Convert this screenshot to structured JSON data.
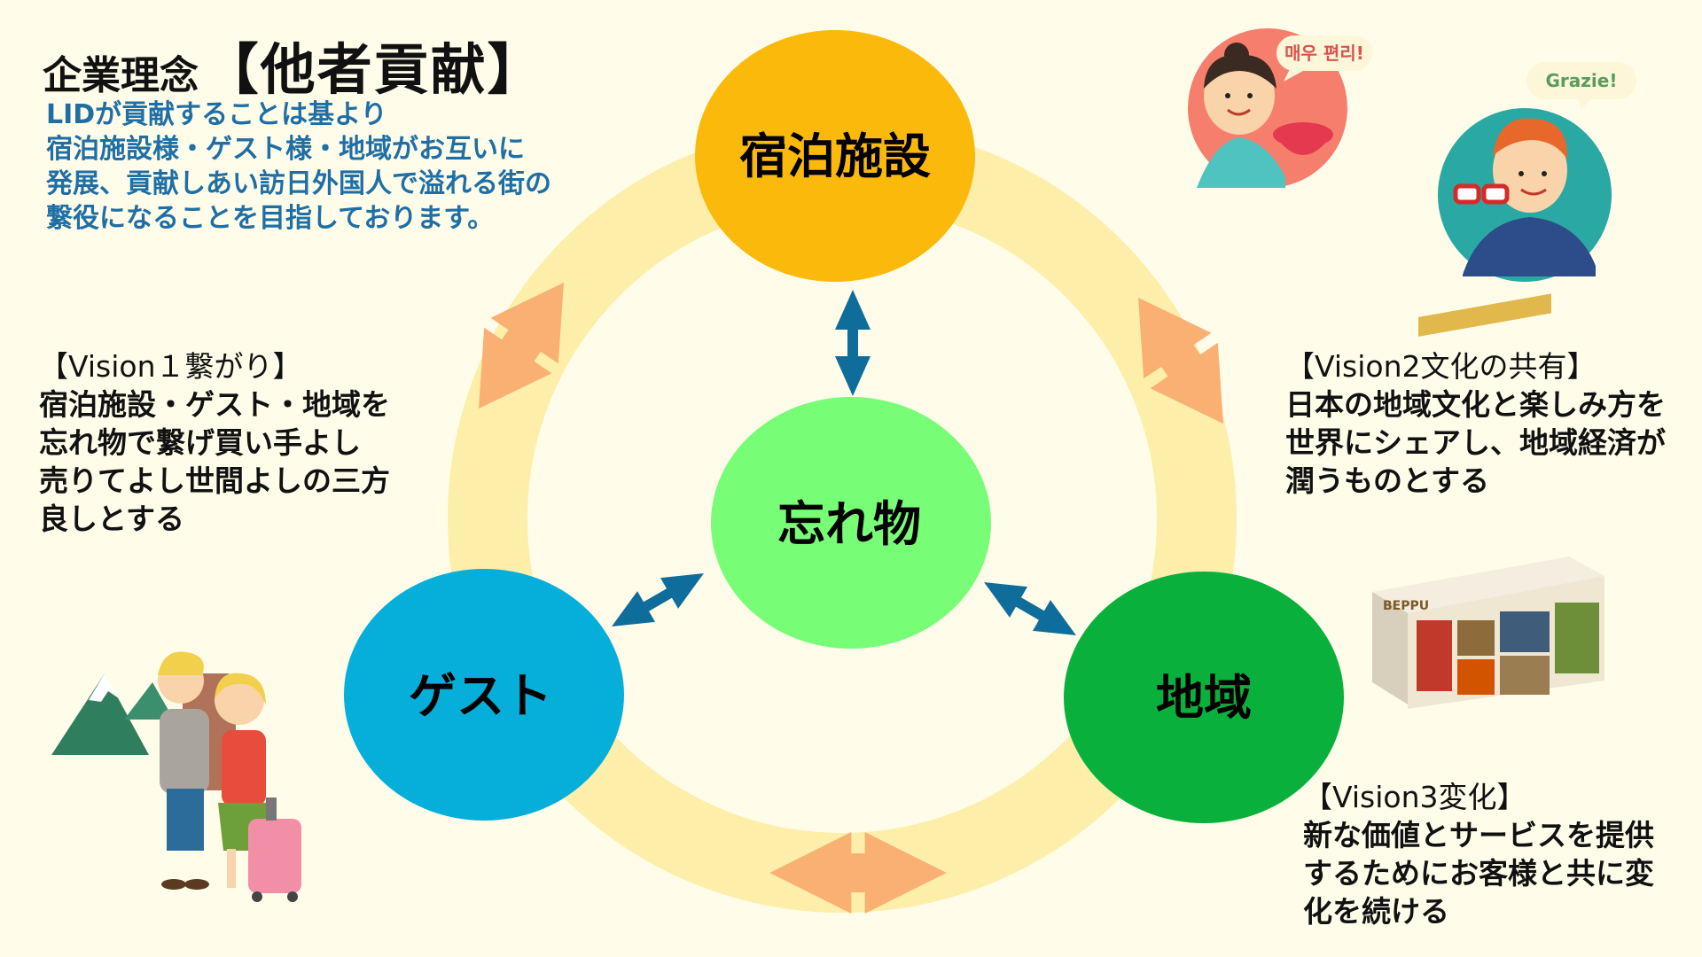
{
  "title": {
    "prefix": "企業理念",
    "main": "【他者貢献】"
  },
  "mission": {
    "lines": [
      "LIDが貢献することは基より",
      "宿泊施設様・ゲスト様・地域がお互いに",
      "発展、貢献しあい訪日外国人で溢れる街の",
      "繋役になることを目指しております。"
    ]
  },
  "nodes": {
    "top": "宿泊施設",
    "center": "忘れ物",
    "left": "ゲスト",
    "right": "地域"
  },
  "vision1": {
    "title": "【Vision１繋がり】",
    "lines": [
      "宿泊施設・ゲスト・地域を",
      "忘れ物で繋げ買い手よし",
      "売りてよし世間よしの三方",
      "良しとする"
    ]
  },
  "vision2": {
    "title": "【Vision2文化の共有】",
    "lines": [
      "日本の地域文化と楽しみ方を",
      "世界にシェアし、地域経済が",
      "潤うものとする"
    ]
  },
  "vision3": {
    "title": "【Vision3変化】",
    "lines": [
      "新な価値とサービスを提供",
      "するためにお客様と共に変",
      "化を続ける"
    ]
  },
  "speech": {
    "korean": "매우 편리!",
    "italian": "Grazie!"
  },
  "product_box": {
    "brand": "BEPPU"
  },
  "colors": {
    "background": "#fffdea",
    "ring": "#fdeeaa",
    "top_node": "#fbb90c",
    "center_node": "#77fd76",
    "left_node": "#06afd9",
    "right_node": "#09b13c",
    "inner_arrow": "#0f6d9c",
    "outer_arrow": "#fab073",
    "mission_text": "#1f6fa5"
  }
}
